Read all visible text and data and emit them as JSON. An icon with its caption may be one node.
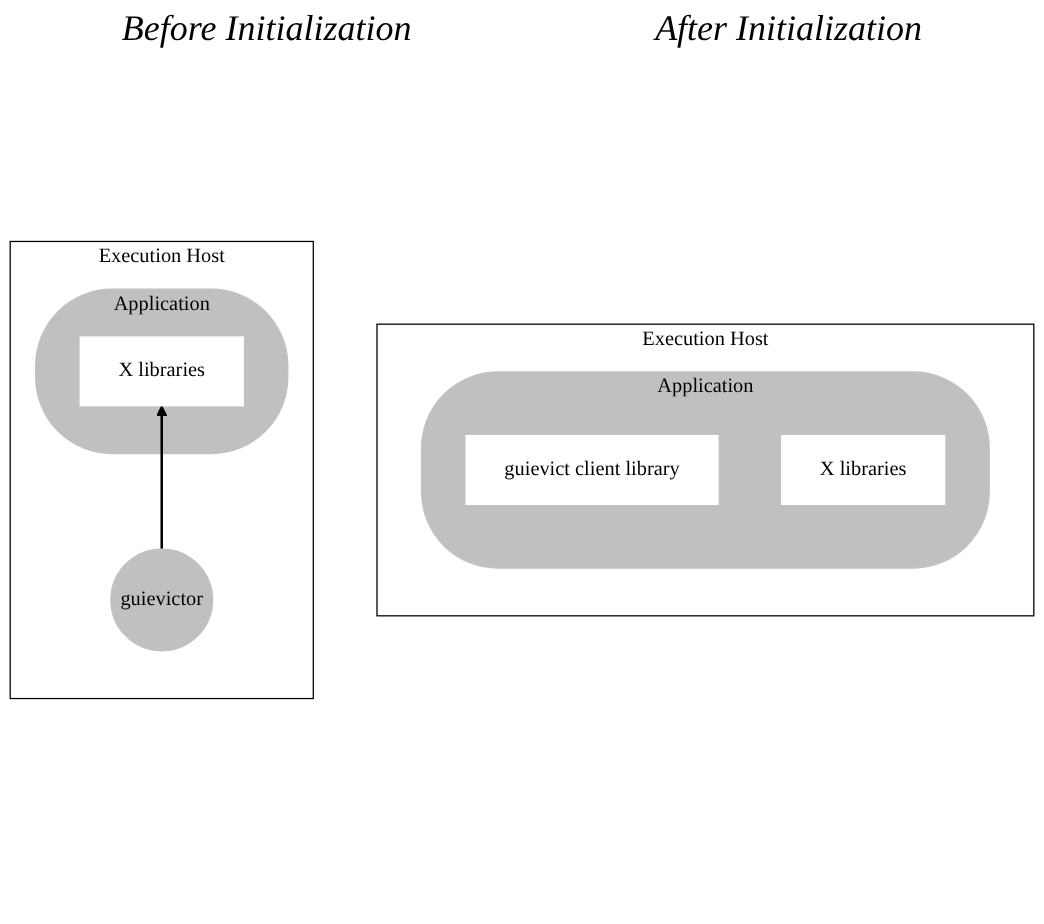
{
  "diagram": {
    "nodes": [
      {
        "text": [
          "Execution Host"
        ]
      },
      {
        "text": [
          "Application"
        ],
        "in": 0
      },
      {
        "text": [
          "X libraries"
        ],
        "in": 1
      },
      {
        "text": [
          "guievictor"
        ],
        "in": 0
      },
      {
        "text": [
          "Execution Host"
        ]
      },
      {
        "text": [
          "Application"
        ],
        "in": 4
      },
      {
        "text": [
          "guievict client library"
        ],
        "in": 5
      },
      {
        "text": [
          "X libraries"
        ],
        "in": 5
      }
    ],
    "edges": [
      {
        "from": 3,
        "to": 2,
        "arrow": "to"
      }
    ],
    "labels": [
      "Before Initialization",
      "After Initialization"
    ]
  }
}
